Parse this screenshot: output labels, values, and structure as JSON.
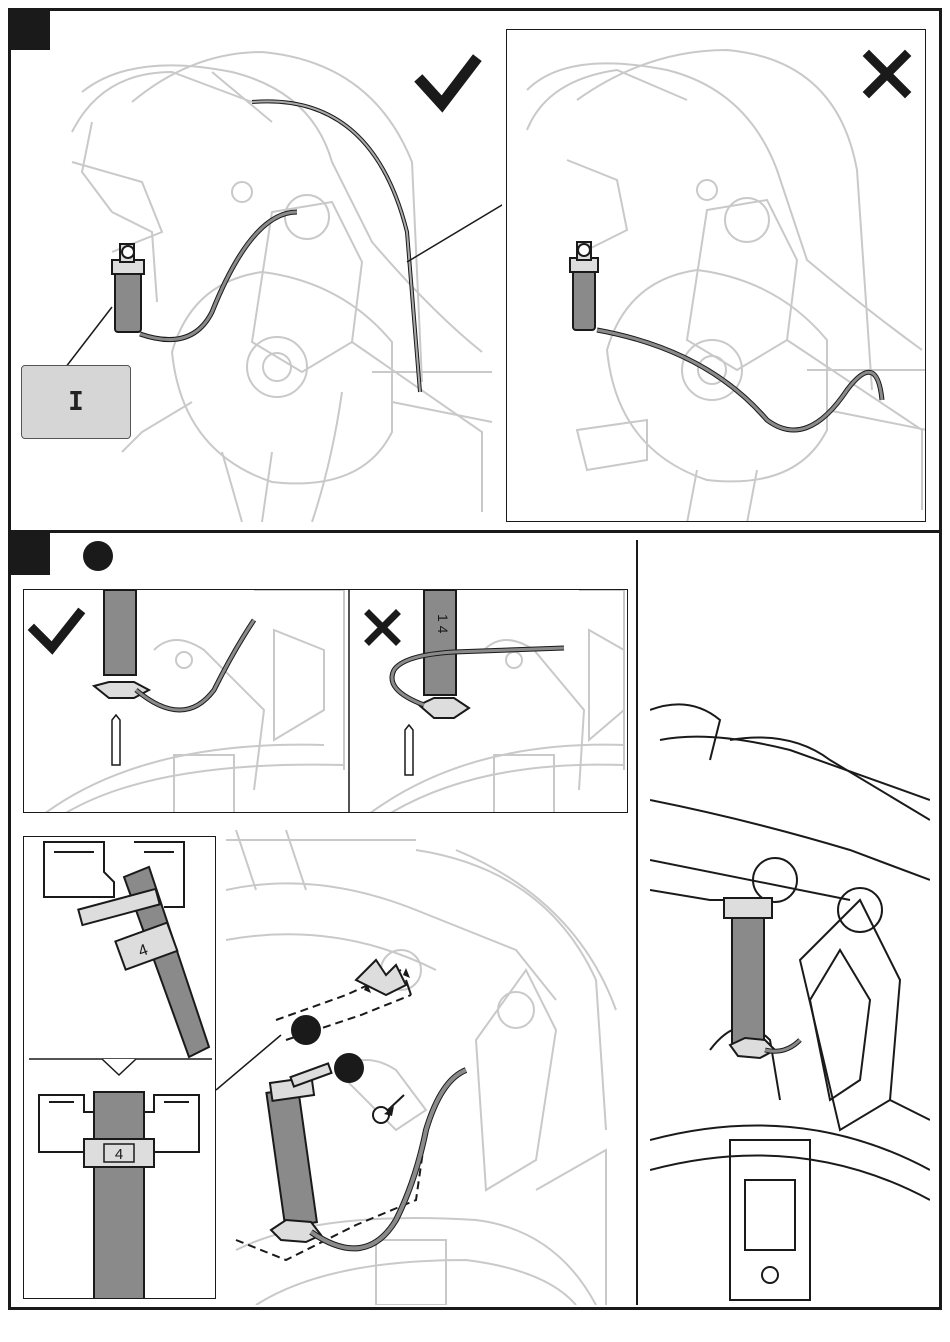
{
  "step_top": {
    "label_box_text": "I",
    "correct_mark": "check-mark",
    "incorrect_mark": "cross-mark"
  },
  "step_bottom": {
    "compare_correct_mark": "check-mark",
    "compare_incorrect_mark": "cross-mark",
    "tube_label_upper": "4",
    "tube_label_lower": "4",
    "marker_text_incorrect": "1 4"
  },
  "colors": {
    "line": "#1a1a1a",
    "ghost": "#c9c9c9",
    "tube": "#8a8a8a",
    "label_fill": "#d6d6d6"
  }
}
